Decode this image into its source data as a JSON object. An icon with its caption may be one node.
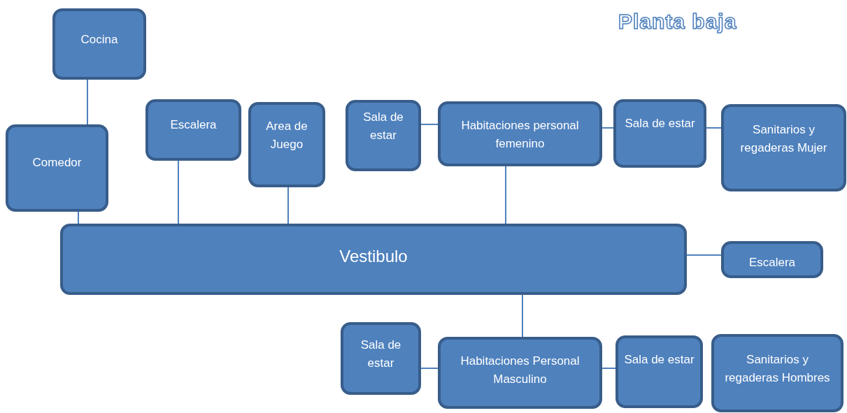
{
  "diagram": {
    "title": "Planta baja",
    "nodes": [
      {
        "text": [
          "Cocina"
        ]
      },
      {
        "text": [
          "Comedor"
        ]
      },
      {
        "text": [
          "Escalera"
        ]
      },
      {
        "text": [
          "Area de Juego"
        ]
      },
      {
        "text": [
          "Sala de estar"
        ]
      },
      {
        "text": [
          "Habitaciones personal femenino"
        ]
      },
      {
        "text": [
          "Sala de estar"
        ]
      },
      {
        "text": [
          "Sanitarios y regaderas Mujer"
        ]
      },
      {
        "text": [
          "Vestibulo"
        ]
      },
      {
        "text": [
          "Escalera"
        ]
      },
      {
        "text": [
          "Sala de estar"
        ]
      },
      {
        "text": [
          "Habitaciones Personal Masculino"
        ]
      },
      {
        "text": [
          "Sala de estar"
        ]
      },
      {
        "text": [
          "Sanitarios y regaderas Hombres"
        ]
      }
    ],
    "edges": [
      {
        "from": 0,
        "to": 1,
        "arrow": "none"
      },
      {
        "from": 1,
        "to": 8,
        "arrow": "none"
      },
      {
        "from": 2,
        "to": 8,
        "arrow": "none"
      },
      {
        "from": 3,
        "to": 8,
        "arrow": "none"
      },
      {
        "from": 4,
        "to": 5,
        "arrow": "none"
      },
      {
        "from": 5,
        "to": 6,
        "arrow": "none"
      },
      {
        "from": 6,
        "to": 7,
        "arrow": "none"
      },
      {
        "from": 5,
        "to": 8,
        "arrow": "none"
      },
      {
        "from": 8,
        "to": 9,
        "arrow": "none"
      },
      {
        "from": 8,
        "to": 11,
        "arrow": "none"
      },
      {
        "from": 10,
        "to": 11,
        "arrow": "none"
      },
      {
        "from": 11,
        "to": 12,
        "arrow": "none"
      }
    ]
  }
}
